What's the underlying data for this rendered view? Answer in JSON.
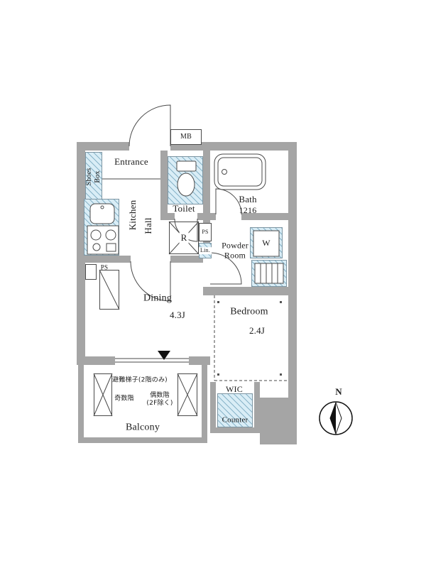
{
  "floorplan": {
    "labels": {
      "entrance": "Entrance",
      "shoes_box": "Shoes\nBox",
      "mb": "MB",
      "toilet": "Toilet",
      "bath": "Bath",
      "bath_size": "1216",
      "kitchen": "Kitchen",
      "hall": "Hall",
      "refrigerator": "R",
      "ps_right": "PS",
      "linen": "Lin.",
      "powder_room": "Powder\nRoom",
      "washer": "W",
      "ps_left": "PS",
      "dining": "Dining",
      "dining_size": "4.3J",
      "bedroom": "Bedroom",
      "bedroom_size": "2.4J",
      "wic": "WIC",
      "counter": "Counter",
      "balcony": "Balcony"
    },
    "annotations": {
      "ladder_note": "避難梯子(2階のみ)",
      "odd_floors": "奇数階",
      "even_floors": "偶数階\n(2F除く)"
    },
    "compass": {
      "north": "N"
    },
    "colors": {
      "wall": "#a5a5a5",
      "fixture_fill": "#d9edf6",
      "fixture_hatch": "#7baac1",
      "line": "#4a4a4a",
      "text": "#1c1c1c"
    }
  }
}
